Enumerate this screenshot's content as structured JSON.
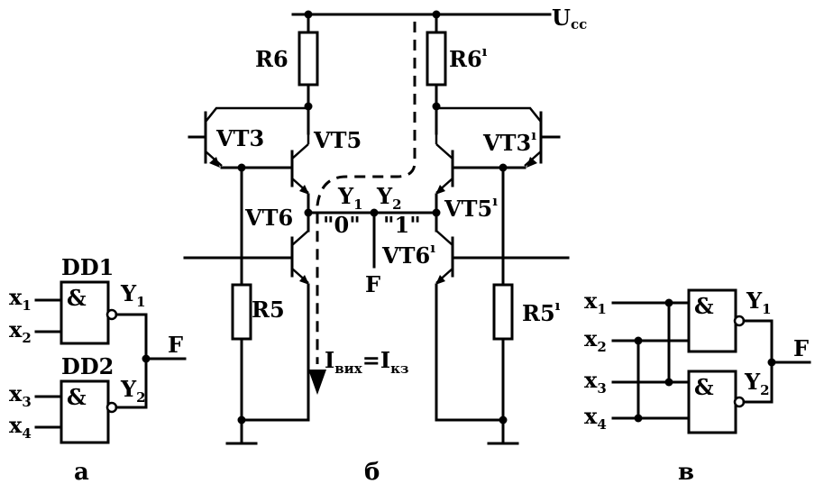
{
  "panel_a": {
    "caption": "а",
    "gate1_name": "DD1",
    "gate2_name": "DD2",
    "gate_symbol": "&",
    "in1": "x",
    "in1_sub": "1",
    "in2": "x",
    "in2_sub": "2",
    "in3": "x",
    "in3_sub": "3",
    "in4": "x",
    "in4_sub": "4",
    "out1": "Y",
    "out1_sub": "1",
    "out2": "Y",
    "out2_sub": "2",
    "output": "F"
  },
  "panel_b": {
    "caption": "б",
    "supply": "U",
    "supply_sub": "cc",
    "r6": "R6",
    "r6p": "R6",
    "r5": "R5",
    "r5p": "R5",
    "vt3": "VT3",
    "vt3p": "VT3",
    "vt5": "VT5",
    "vt5p": "VT5",
    "vt6": "VT6",
    "vt6p": "VT6",
    "y1": "Y",
    "y1_sub": "1",
    "y2": "Y",
    "y2_sub": "2",
    "state0": "\"0\"",
    "state1": "\"1\"",
    "output": "F",
    "current_left": "I",
    "current_left_sub": "вих",
    "current_eq": "=",
    "current_right": "I",
    "current_right_sub": "кз"
  },
  "panel_c": {
    "caption": "в",
    "gate_symbol": "&",
    "in1": "x",
    "in1_sub": "1",
    "in2": "x",
    "in2_sub": "2",
    "in3": "x",
    "in3_sub": "3",
    "in4": "x",
    "in4_sub": "4",
    "out1": "Y",
    "out1_sub": "1",
    "out2": "Y",
    "out2_sub": "2",
    "output": "F"
  }
}
